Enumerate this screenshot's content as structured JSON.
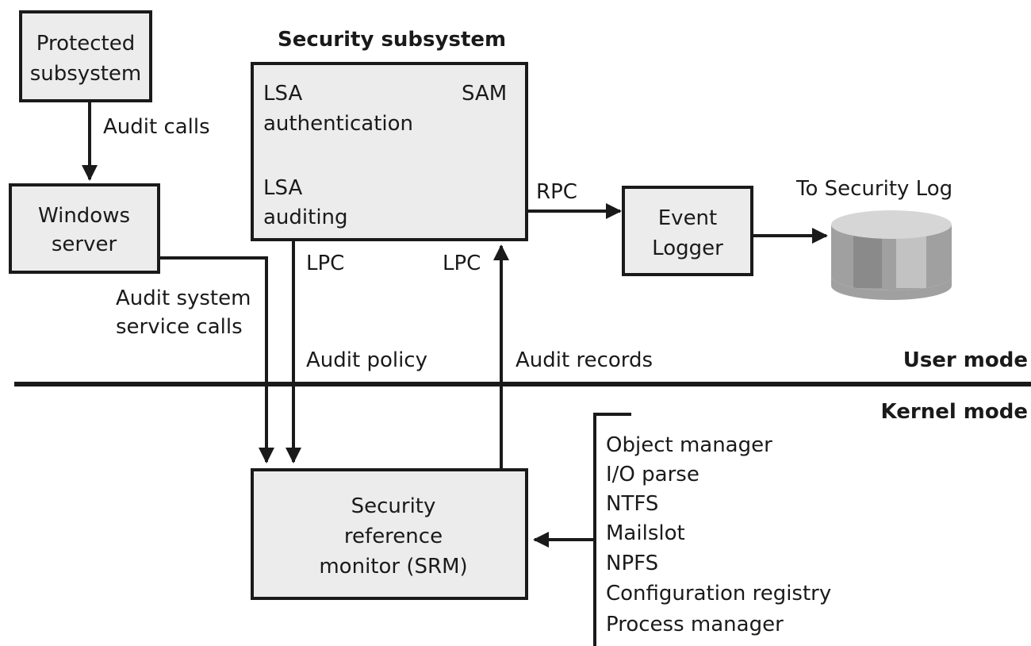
{
  "title": "Security subsystem",
  "protected_subsystem": {
    "line1": "Protected",
    "line2": "subsystem"
  },
  "windows_server": {
    "line1": "Windows",
    "line2": "server"
  },
  "security_subsystem": {
    "lsa_auth_line1": "LSA",
    "lsa_auth_line2": "authentication",
    "sam": "SAM",
    "lsa_audit_line1": "LSA",
    "lsa_audit_line2": "auditing"
  },
  "event_logger": {
    "line1": "Event",
    "line2": "Logger"
  },
  "security_log_label": "To Security Log",
  "srm": {
    "line1": "Security",
    "line2": "reference",
    "line3": "monitor (SRM)"
  },
  "labels": {
    "audit_calls": "Audit calls",
    "audit_system_service_calls_1": "Audit system",
    "audit_system_service_calls_2": "service calls",
    "lpc_left": "LPC",
    "lpc_right": "LPC",
    "rpc": "RPC",
    "audit_policy": "Audit policy",
    "audit_records": "Audit records",
    "user_mode": "User mode",
    "kernel_mode": "Kernel mode"
  },
  "kernel_components": [
    "Object manager",
    "I/O parse",
    "NTFS",
    "Mailslot",
    "NPFS",
    "Configuration registry",
    "Process manager"
  ],
  "colors": {
    "box_fill": "#ececec",
    "stroke": "#1a1a1a",
    "cylinder": "#a8a8a8"
  }
}
